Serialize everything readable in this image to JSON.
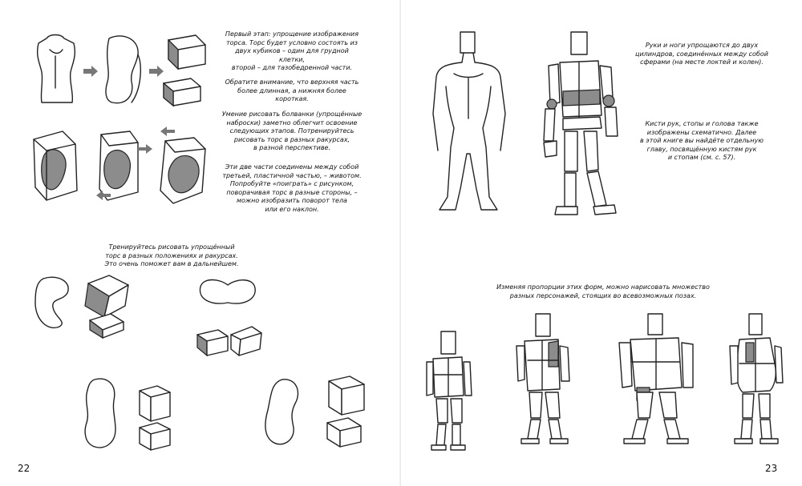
{
  "left_page": {
    "text1": "Первый этап: упрощение изображения\nторса. Торс будет условно состоять из\nдвух кубиков – один для грудной клетки,\nвторой – для тазобедренной части.",
    "text2": "Обратите внимание, что верхняя часть\nболее длинная, а нижняя более короткая.",
    "text3": "Умение рисовать болванки (упрощённые\nнаброски) заметно облегчит освоение\nследующих этапов. Потренируйтесь\nрисовать торс в разных ракурсах,\nв разной перспективе.",
    "text4": "Эти две части соединены между собой\nтретьей, пластичной частью, – животом.\nПопробуйте «поиграть» с рисунком,\nповорачивая торс в разные стороны, –\nможно изобразить поворот тела\nили его наклон.",
    "text5": "Тренируйтесь рисовать упрощённый\nторс в разных положениях и ракурсах.\nЭто очень поможет вам в дальнейшем.",
    "page_number": "22"
  },
  "right_page": {
    "text1": "Руки и ноги упрощаются до двух\nцилиндров, соединённых между собой\nсферами (на месте локтей и колен).",
    "text2": "Кисти рук, стопы и голова также\nизображены схематично. Далее\nв этой книге вы найдёте отдельную\nглаву, посвящённую кистям рук\nи стопам (см. с. 57).",
    "text3": "Изменяя пропорции этих форм, можно нарисовать множество\nразных персонажей, стоящих во всевозможных позах.",
    "page_number": "23"
  }
}
